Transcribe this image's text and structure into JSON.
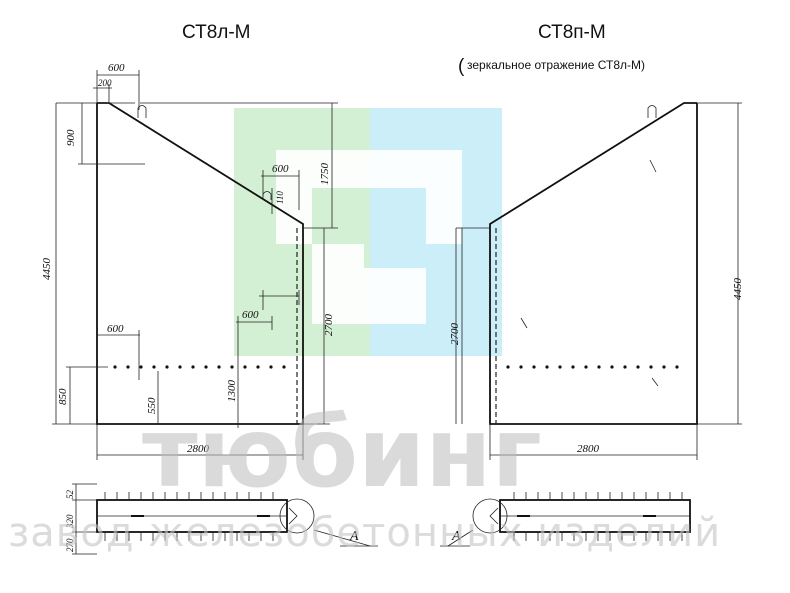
{
  "titles": {
    "left": "СТ8л-М",
    "right": "СТ8п-М",
    "right_note_paren": "(",
    "right_note": "зеркальное отражение СТ8л-М)"
  },
  "left_dims": {
    "top_600": "600",
    "top_200": "200",
    "v_900": "900",
    "v_1750": "1750",
    "mid_600": "600",
    "mid_110": "110",
    "v_4450": "4450",
    "low_600": "600",
    "v_2700": "2700",
    "bot_600": "600",
    "v_850": "850",
    "v_550": "550",
    "v_1300": "1300",
    "w_2800": "2800"
  },
  "right_dims": {
    "v_2700": "2700",
    "v_4450": "4450",
    "w_2800": "2800"
  },
  "sections": {
    "left_dim_1": "52",
    "left_dim_2": "320",
    "left_dim_3": "270",
    "left_label": "А",
    "right_label": "А"
  },
  "watermark": {
    "logo_name": "тюбинг",
    "tagline": "завод железобетонных изделий",
    "colors": {
      "green": "#c6ebc6",
      "blue": "#bfeaf7"
    }
  }
}
